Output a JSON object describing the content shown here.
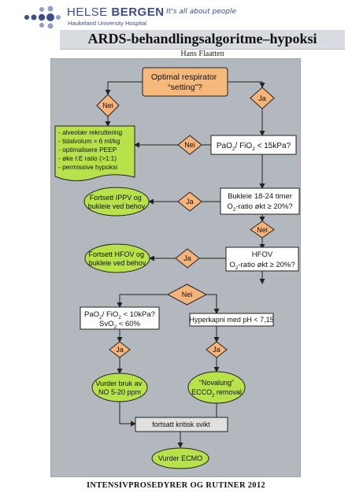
{
  "header": {
    "brand_prefix": "HELSE",
    "brand_name": "BERGEN",
    "tagline": "- It's all about people",
    "hospital": "Haukeland University Hospital"
  },
  "title": "ARDS-behandlingsalgoritme–hypoksi",
  "author": "Hans Flaatten",
  "footer": "INTENSIVPROSEDYRER OG RUTINER 2012",
  "colors": {
    "frame_bg": "#b3b8bf",
    "start_fill": "#f6b97c",
    "diamond_fill": "#f6b47a",
    "decision_fill": "#ffffff",
    "green_fill": "#b8e24a",
    "gray_fill": "#e0e0e0",
    "brand_blue": "#3a4e8c"
  },
  "flow": {
    "start": [
      "Optimal respirator",
      "“setting”?"
    ],
    "nei": "Nei",
    "ja": "Ja",
    "interventions": [
      "- alveolær rekruttering",
      "- tidalvolum ≈ 6 ml/kg",
      "- optimalisere PEEP",
      "- øke I:E ratio (>1:1)",
      "- permissive hypoksi"
    ],
    "q1": {
      "a": "PaO",
      "sub": "2",
      "b": "/ FiO",
      "sub2": "2",
      "c": " < 15kPa?"
    },
    "q2": {
      "line1": "Bukleie 18-24 timer",
      "a": "O",
      "sub": "2",
      "b": "-ratio økt ≥ 20%?"
    },
    "q3": {
      "line1": "HFOV",
      "a": "O",
      "sub": "2",
      "b": "-ratio økt ≥ 20%?"
    },
    "r1": [
      "Fortsett IPPV og",
      "bukleie ved behov"
    ],
    "r2": [
      "Fortsett HFOV og",
      "bukleie ved behov"
    ],
    "q4": {
      "a": "PaO",
      "sub": "2",
      "b": "/ FiO",
      "sub2": "2",
      "c": " < 10kPa?",
      "l2a": "SvO",
      "l2sub": "2",
      "l2b": " < 60%"
    },
    "q5": "Hyperkapni med pH < 7,15",
    "r3": [
      "Vurder bruk av",
      "NO 5-20 ppm"
    ],
    "r4": {
      "line1": "“Novalung”",
      "a": "ECCO",
      "sub": "2",
      "b": " removal"
    },
    "fail": "fortsatt kritisk svikt",
    "ecmo": "Vurder ECMO"
  }
}
